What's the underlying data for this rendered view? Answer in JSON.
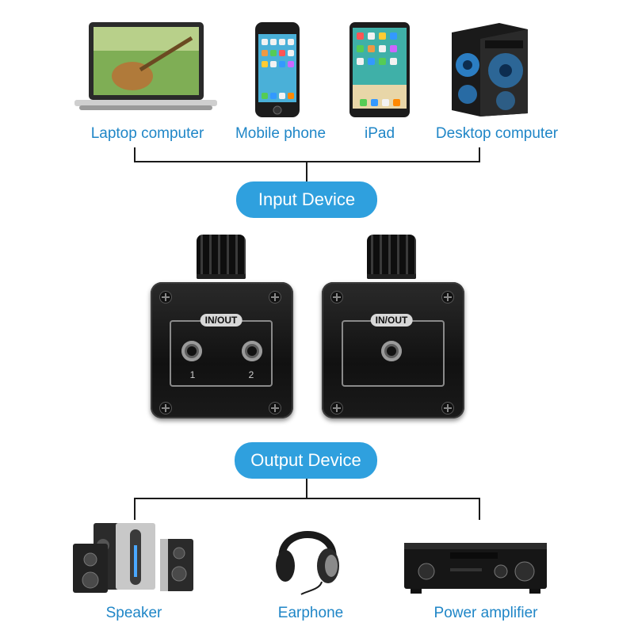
{
  "input_devices": [
    {
      "label": "Laptop computer",
      "icon": "laptop-icon"
    },
    {
      "label": "Mobile phone",
      "icon": "mobile-phone-icon"
    },
    {
      "label": "iPad",
      "icon": "ipad-icon"
    },
    {
      "label": "Desktop computer",
      "icon": "desktop-computer-icon"
    }
  ],
  "input_badge": "Input Device",
  "output_badge": "Output Device",
  "devices": [
    {
      "tag": "IN/OUT",
      "ports": [
        "1",
        "2"
      ]
    },
    {
      "tag": "IN/OUT",
      "ports": []
    }
  ],
  "output_devices": [
    {
      "label": "Speaker",
      "icon": "speaker-icon"
    },
    {
      "label": "Earphone",
      "icon": "headphones-icon"
    },
    {
      "label": "Power amplifier",
      "icon": "power-amplifier-icon"
    }
  ],
  "colors": {
    "accent": "#2fa0de",
    "label_text": "#1f86c7",
    "connector_line": "#1a1a1a"
  }
}
